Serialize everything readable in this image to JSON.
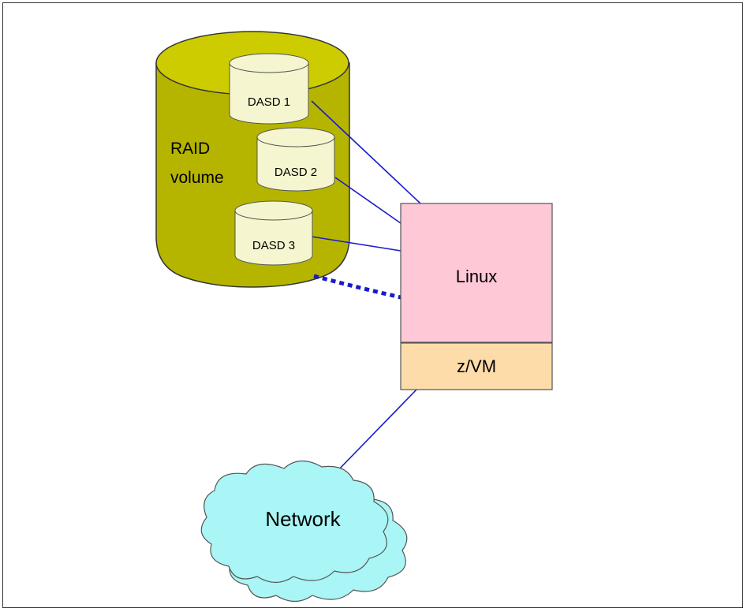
{
  "diagram": {
    "raid_label_line1": "RAID",
    "raid_label_line2": "volume",
    "disks": [
      {
        "label": "DASD 1"
      },
      {
        "label": "DASD 2"
      },
      {
        "label": "DASD 3"
      }
    ],
    "linux_label": "Linux",
    "zvm_label": "z/VM",
    "network_label": "Network"
  },
  "colors": {
    "raid_body": "#b5b500",
    "raid_top": "#cccc00",
    "disk_fill": "#f5f5cf",
    "linux_fill": "#ffc8d7",
    "zvm_fill": "#fddcaa",
    "cloud_fill": "#aaf5f5",
    "connector": "#1a1acc",
    "dotted_connector": "#1a1acc"
  }
}
